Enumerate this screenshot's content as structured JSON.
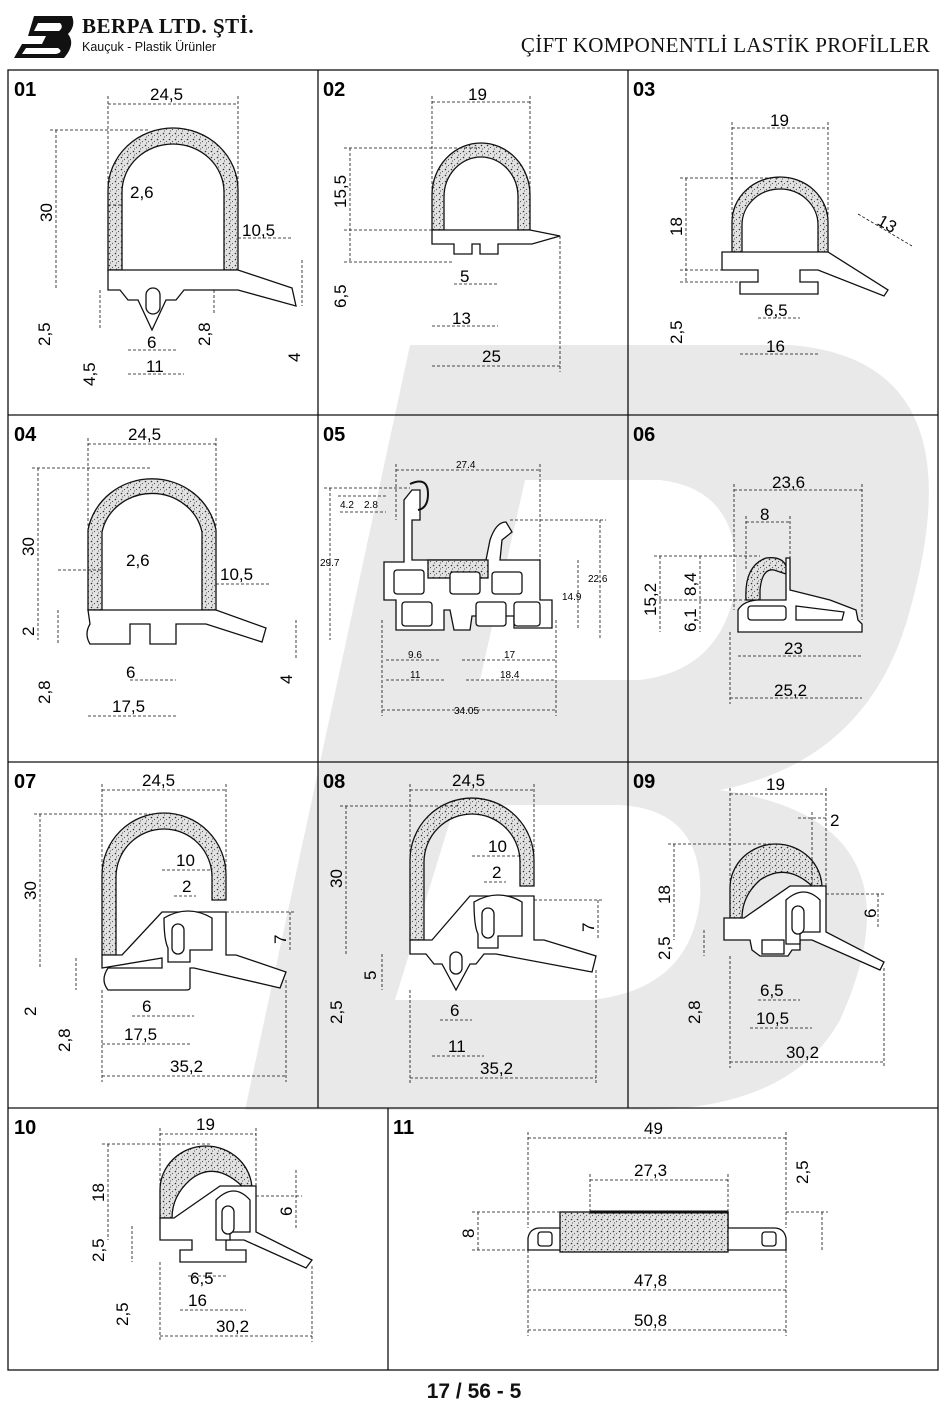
{
  "header": {
    "company": "BERPA LTD. ŞTİ.",
    "tagline": "Kauçuk - Plastik Ürünler",
    "title": "ÇİFT KOMPONENTLİ LASTİK PROFİLLER",
    "logo_icon": "berpa-b-logo-icon"
  },
  "footer": {
    "page_code": "17 / 56 - 5"
  },
  "watermark_icon": "berpa-b-watermark-icon",
  "profiles": [
    {
      "id": "01",
      "dims": [
        "24,5",
        "30",
        "2,6",
        "10,5",
        "2,5",
        "4,5",
        "6",
        "11",
        "2,8",
        "4"
      ]
    },
    {
      "id": "02",
      "dims": [
        "19",
        "15,5",
        "6,5",
        "5",
        "13",
        "25"
      ]
    },
    {
      "id": "03",
      "dims": [
        "19",
        "18",
        "13",
        "2,5",
        "6,5",
        "16"
      ]
    },
    {
      "id": "04",
      "dims": [
        "24,5",
        "30",
        "2,6",
        "10,5",
        "2",
        "2,8",
        "6",
        "17,5",
        "4"
      ]
    },
    {
      "id": "05",
      "dims": [
        "27.4",
        "4.2",
        "2.8",
        "29.7",
        "22.6",
        "14.9",
        "9.6",
        "11",
        "17",
        "18.4",
        "34.05"
      ]
    },
    {
      "id": "06",
      "dims": [
        "23,6",
        "8",
        "15,2",
        "8,4",
        "6,1",
        "23",
        "25,2"
      ]
    },
    {
      "id": "07",
      "dims": [
        "24,5",
        "30",
        "10",
        "2",
        "7",
        "2",
        "2,8",
        "6",
        "17,5",
        "35,2"
      ]
    },
    {
      "id": "08",
      "dims": [
        "24,5",
        "30",
        "10",
        "2",
        "7",
        "5",
        "2,5",
        "6",
        "11",
        "35,2"
      ]
    },
    {
      "id": "09",
      "dims": [
        "19",
        "2",
        "18",
        "6",
        "2,5",
        "2,8",
        "6,5",
        "10,5",
        "30,2"
      ]
    },
    {
      "id": "10",
      "dims": [
        "19",
        "18",
        "6",
        "2,5",
        "2,5",
        "6,5",
        "16",
        "30,2"
      ]
    },
    {
      "id": "11",
      "dims": [
        "49",
        "27,3",
        "2,5",
        "8",
        "47,8",
        "50,8"
      ]
    }
  ]
}
